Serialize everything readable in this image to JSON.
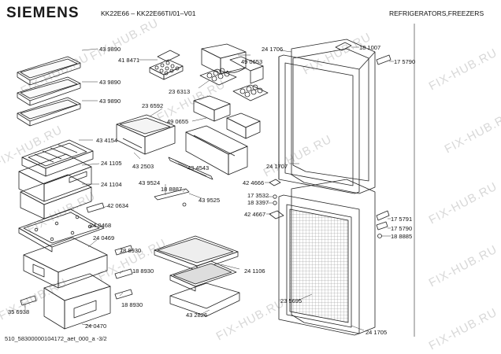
{
  "header": {
    "brand": "SIEMENS",
    "model": "KK22E66 – KK22E66TI/01–V01",
    "category": "REFRIGERATORS,FREEZERS"
  },
  "footer": "510_58300000104172_aet_000_a  -3/2",
  "watermark": "FIX-HUB.RU",
  "parts": {
    "p1": "43 9890",
    "p2": "43 9890",
    "p3": "43 9890",
    "p4": "41 8471",
    "p5": "49 0653",
    "p6": "23 6313",
    "p7": "23 6592",
    "p8": "49 0655",
    "p9": "43 4154",
    "p10": "24 1105",
    "p11": "24 1104",
    "p12": "43 2503",
    "p13": "43 4543",
    "p14": "43 9524",
    "p15": "18 8887",
    "p16": "43 9525",
    "p17": "42 0634",
    "p18": "24 0468",
    "p19": "24 0469",
    "p20": "18 8930",
    "p21": "18 8930",
    "p22": "18 8930",
    "p23": "35 6938",
    "p24": "24 0470",
    "p25": "24 1106",
    "p26": "43 2826",
    "p27": "24 1706",
    "p28": "18 1007",
    "p29": "17 5790",
    "p30": "24 1707",
    "p31": "42 4666",
    "p32": "17 3532",
    "p33": "18 3397",
    "p34": "42 4667",
    "p35": "17 5791",
    "p36": "17 5790",
    "p37": "18 8885",
    "p38": "23 5695",
    "p39": "24 1705"
  }
}
